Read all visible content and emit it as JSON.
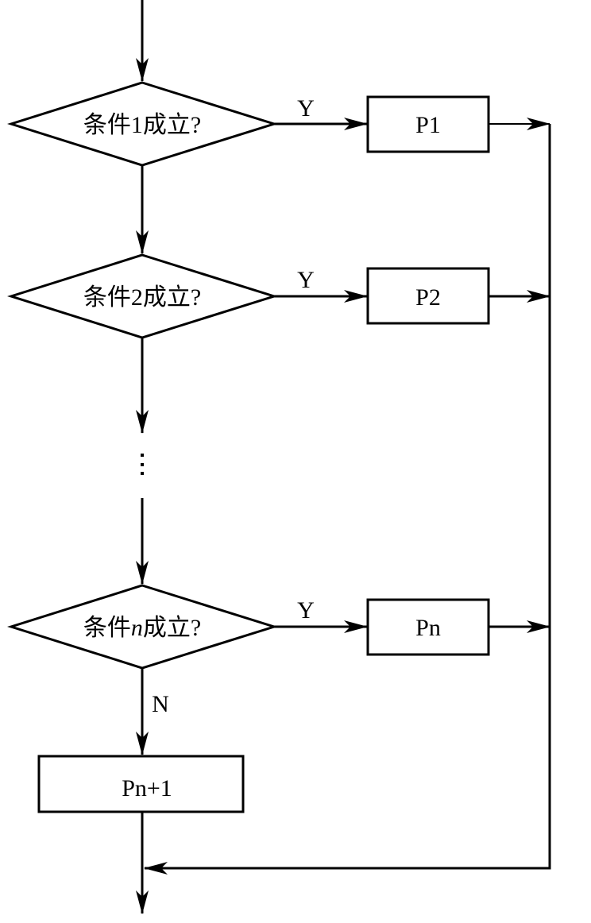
{
  "diagram": {
    "type": "flowchart",
    "decisions": [
      {
        "id": "cond1",
        "prefix": "条件",
        "var": "1",
        "var_italic": false,
        "suffix": "成立?"
      },
      {
        "id": "cond2",
        "prefix": "条件",
        "var": "2",
        "var_italic": false,
        "suffix": "成立?"
      },
      {
        "id": "condn",
        "prefix": "条件",
        "var": "n",
        "var_italic": true,
        "suffix": "成立?"
      }
    ],
    "processes": [
      {
        "id": "p1",
        "label": "P1"
      },
      {
        "id": "p2",
        "label": "P2"
      },
      {
        "id": "pn",
        "label": "Pn"
      },
      {
        "id": "pn1",
        "label": "Pn+1"
      }
    ],
    "edge_labels": {
      "yes": "Y",
      "no": "N"
    },
    "ellipsis": "⋮",
    "colors": {
      "stroke": "#000000",
      "background": "#ffffff"
    }
  }
}
